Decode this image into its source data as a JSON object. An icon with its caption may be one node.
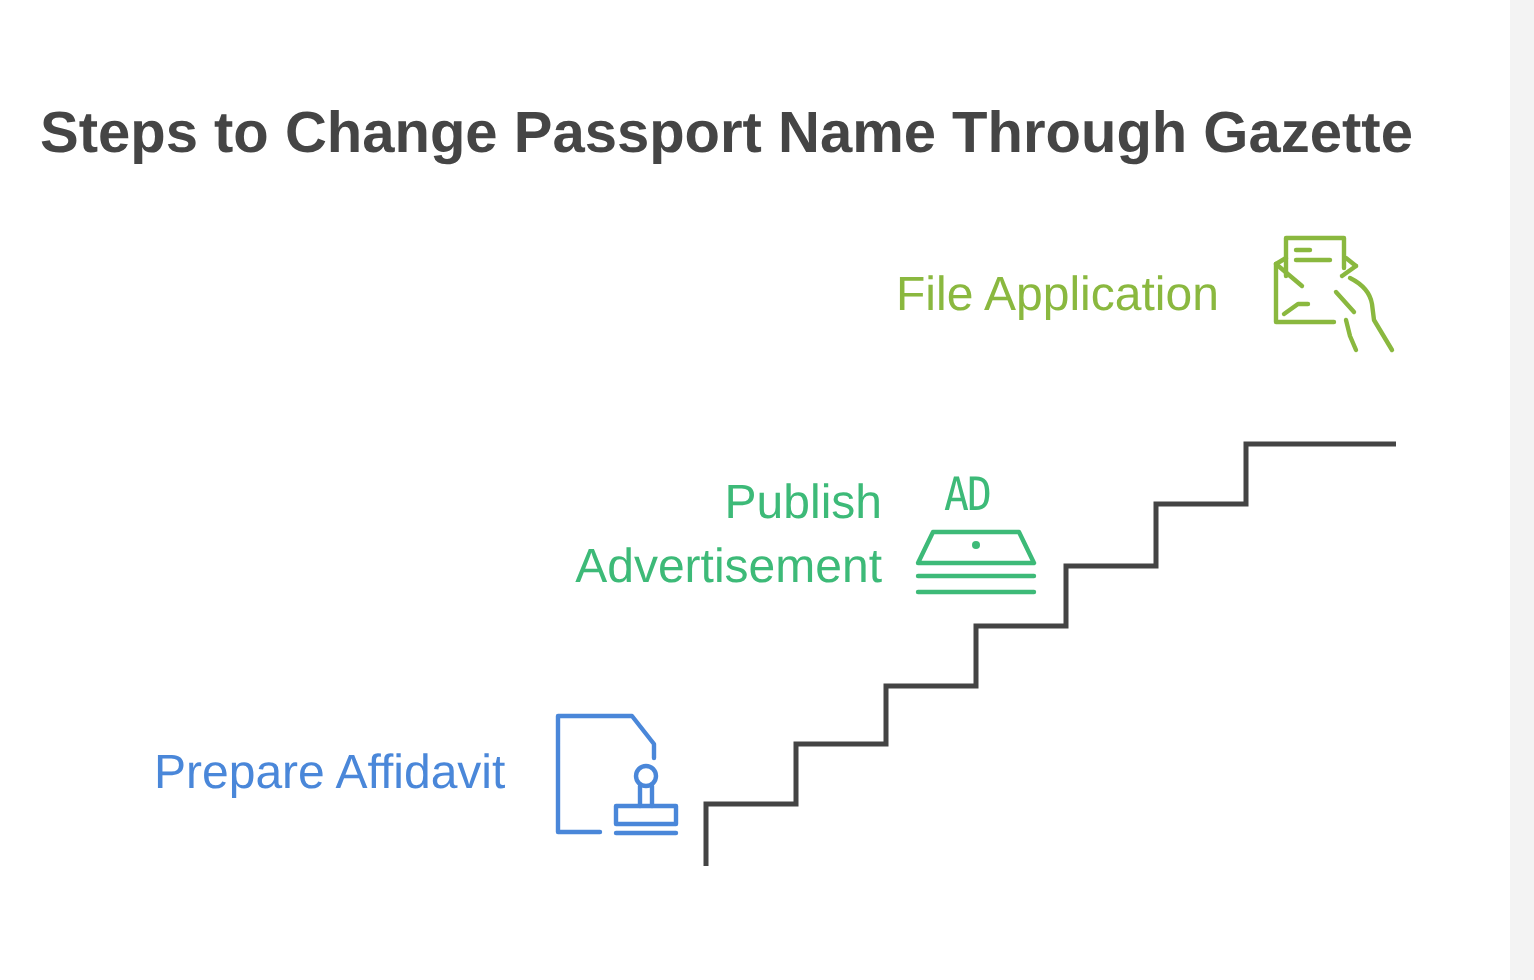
{
  "diagram": {
    "title": "Steps to Change Passport Name Through Gazette",
    "labels": [
      "File Application",
      "AD",
      "Publish Advertisement",
      "Prepare Affidavit"
    ]
  }
}
